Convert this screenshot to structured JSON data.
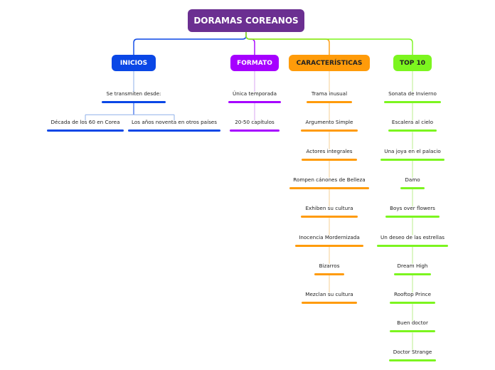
{
  "root": {
    "label": "DORAMAS COREANOS",
    "color": "#6b2f91"
  },
  "link_color": "#9bb0c4",
  "branches": [
    {
      "key": "inicios",
      "label": "INICIOS",
      "color": "#0a47e6",
      "light_color": "#8fb0ea",
      "children": [
        {
          "label": "Se transmiten desde:",
          "children": [
            {
              "label": "Década de los 60 en Corea"
            },
            {
              "label": "Los años noventa en otros países"
            }
          ]
        }
      ]
    },
    {
      "key": "formato",
      "label": "FORMATO",
      "color": "#a600ff",
      "light_color": "#d9a6f2",
      "children": [
        {
          "label": "Única temporada"
        },
        {
          "label": "20-50 capítulos"
        }
      ]
    },
    {
      "key": "caracteristicas",
      "label": "CARACTERÍSTICAS",
      "color": "#ff9b0a",
      "text_color": "#222222",
      "light_color": "#f5cf94",
      "children": [
        {
          "label": "Trama inusual"
        },
        {
          "label": "Argumento Simple"
        },
        {
          "label": "Actores integrales"
        },
        {
          "label": "Rompen cánones de Belleza"
        },
        {
          "label": "Exhiben su cultura"
        },
        {
          "label": "Inocencia Mordernizada"
        },
        {
          "label": "Bizarros"
        },
        {
          "label": "Mezclan su cultura"
        }
      ]
    },
    {
      "key": "top10",
      "label": "TOP 10",
      "color": "#7cf51f",
      "text_color": "#222222",
      "light_color": "#b9ef8c",
      "children": [
        {
          "label": "Sonata de Invierno"
        },
        {
          "label": "Escalera al cielo"
        },
        {
          "label": "Una joya en el palacio"
        },
        {
          "label": "Damo"
        },
        {
          "label": "Boys over flowers"
        },
        {
          "label": "Un deseo de las estrellas"
        },
        {
          "label": "Dream High"
        },
        {
          "label": "Rooftop Prince"
        },
        {
          "label": "Buen doctor"
        },
        {
          "label": "Doctor Strange"
        }
      ]
    }
  ]
}
